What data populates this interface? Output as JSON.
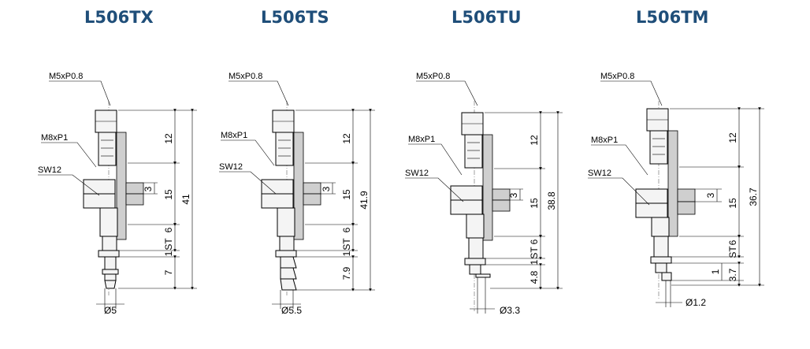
{
  "models": [
    {
      "title": "L506TX",
      "thread_top": "M5xP0.8",
      "thread_body": "M8xP1",
      "hex": "SW12",
      "dims": [
        "12",
        "15",
        "3",
        "6",
        "1",
        "ST",
        "7",
        "41"
      ],
      "diameter": "Ø5"
    },
    {
      "title": "L506TS",
      "thread_top": "M5xP0.8",
      "thread_body": "M8xP1",
      "hex": "SW12",
      "dims": [
        "12",
        "15",
        "3",
        "6",
        "1",
        "ST",
        "7.9",
        "41.9"
      ],
      "diameter": "Ø5.5"
    },
    {
      "title": "L506TU",
      "thread_top": "M5xP0.8",
      "thread_body": "M8xP1",
      "hex": "SW12",
      "dims": [
        "12",
        "15",
        "3",
        "6",
        "1",
        "ST",
        "4.8",
        "38.8"
      ],
      "diameter": "Ø3.3"
    },
    {
      "title": "L506TM",
      "thread_top": "M5xP0.8",
      "thread_body": "M8xP1",
      "hex": "SW12",
      "dims": [
        "12",
        "15",
        "3",
        "6",
        "1",
        "ST",
        "3.7",
        "36.7"
      ],
      "diameter": "Ø1.2"
    }
  ]
}
